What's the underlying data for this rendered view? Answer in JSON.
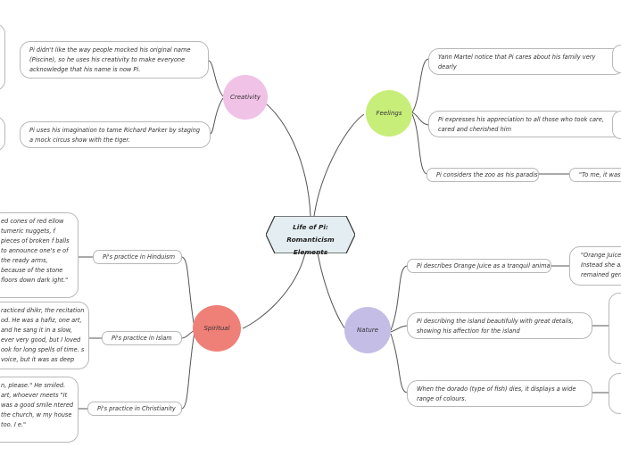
{
  "central": {
    "title": "Life of Pi: Romanticism Elements"
  },
  "branches": {
    "creativity": {
      "label": "Creativity",
      "color": "#f0c2e6",
      "subtopics": [
        "Pi didn't like the way people mocked his original name (Piscine), so he uses his creativity to make everyone acknowledge that his name is now Pi.",
        "Pi uses his imagination to tame Richard Parker by staging a mock circus show with the tiger."
      ]
    },
    "feelings": {
      "label": "Feelings",
      "color": "#c8ee7a",
      "subtopics": [
        "Yann Martel notice that Pi cares about his family very dearly",
        "Pi expresses his appreciation to all those who took care, cared and cherished him",
        "Pi considers the zoo as his paradise"
      ],
      "quote": "\"To me, it was p"
    },
    "spiritual": {
      "label": "Spiritual",
      "color": "#ef8078",
      "subtopics": [
        "Pi's practice in Hinduism",
        "Pi's practice in Islam",
        "Pi's practice in Christianity"
      ],
      "quotes": [
        "ed cones of red ellow tumeric nuggets, f pieces of broken f balls to announce one's e of the ready arms, because of the stone floors down dark ight.\"",
        "racticed dhikr, the recitation od. He was a hafiz, one art, and he sang it in a slow, ever very good, but I loved ook for long spells of time. s voice, but it was as deep",
        "n, please.\" He smiled. art, whoever meets \"It was a good smile ntered the church, w my house too. I e.\""
      ]
    },
    "nature": {
      "label": "Nature",
      "color": "#c4bee6",
      "subtopics": [
        "Pi describes Orange Juice as a tranquil animal.",
        "Pi describing the island beautifully with great details, showing his affection for the island",
        "When the dorado (type of fish) dies, it displays a wide range of colours."
      ],
      "quote": "\"Orange Juice Instead she an remained genti"
    }
  }
}
